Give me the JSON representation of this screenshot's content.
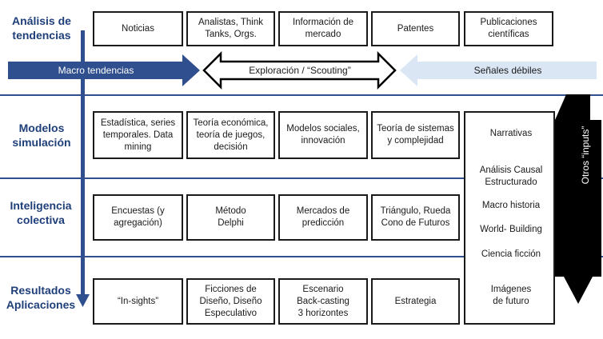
{
  "rows": {
    "analisis": "Análisis de\ntendencias",
    "modelos": "Modelos\nsimulación",
    "inteligencia": "Inteligencia\ncolectiva",
    "resultados": "Resultados\nAplicaciones"
  },
  "top_row": [
    "Noticias",
    "Analistas, Think\nTanks, Orgs.",
    "Información de\nmercado",
    "Patentes",
    "Publicaciones\ncientíficas"
  ],
  "arrows": {
    "macro": "Macro tendencias",
    "exploracion": "Exploración / “Scouting”",
    "senales": "Señales débiles",
    "otros_inputs": "Otros “inputs”"
  },
  "modelos_row": [
    "Estadística, series\ntemporales. Data\nmining",
    "Teoría económica,\nteoría de juegos,\ndecisión",
    "Modelos sociales,\ninnovación",
    "Teoría de sistemas\ny complejidad"
  ],
  "inteligencia_row": [
    "Encuestas (y\nagregación)",
    "Método\nDelphi",
    "Mercados de\npredicción",
    "Triángulo,  Rueda\nCono de Futuros"
  ],
  "resultados_row": [
    "“In-sights”",
    "Ficciones de\nDiseño, Diseño\nEspeculativo",
    "Escenario\nBack-casting\n3 horizontes",
    "Estrategia"
  ],
  "right_column": [
    "Narrativas",
    "Análisis Causal\nEstructurado",
    "Macro historia",
    "World- Building",
    "Ciencia ficción",
    "Imágenes\nde futuro"
  ],
  "colors": {
    "label_blue": "#1f3f7a",
    "arrow_dark_blue": "#2f4f8f",
    "arrow_light_blue": "#dbe6f5",
    "black_arrow": "#000000"
  }
}
